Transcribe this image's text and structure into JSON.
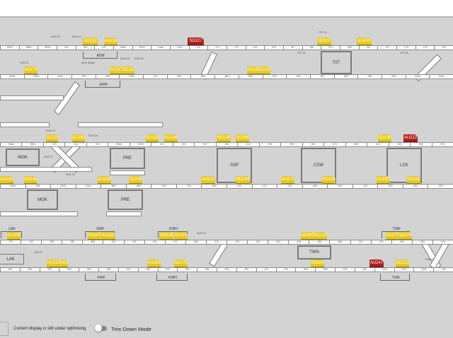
{
  "header": {},
  "stations": {
    "adm": "ADM",
    "tst": "TST",
    "mok": "MOK",
    "pre": "PRE",
    "ssp": "SSP",
    "csw": "CSW",
    "lck": "LCK",
    "lak": "LAK",
    "kwf": "KWF",
    "kwh": "KWH",
    "twn": "TWN",
    "tsw": "TSW"
  },
  "tracks": [
    {
      "id": "t1",
      "labels": [
        "0S02",
        "05a2",
        "0S04",
        "013",
        "015",
        "017",
        "05a2",
        "0S03",
        "11a4",
        "1012",
        "131",
        "171",
        "173",
        "013",
        "015",
        "017",
        "059",
        "073",
        "089",
        "111",
        "171",
        "173",
        "175",
        "131"
      ]
    },
    {
      "id": "t2",
      "labels": [
        "0Sa4",
        "20S4",
        "22a4",
        "093",
        "183",
        "1004",
        "121",
        "183",
        "883",
        "863",
        "883",
        "023",
        "183",
        "183",
        "083",
        "083",
        "063",
        "0204",
        "02a4"
      ]
    },
    {
      "id": "t3",
      "labels": [
        "0Sa4",
        "0S04",
        "373",
        "131",
        "013",
        "05a2",
        "0S03",
        "013",
        "015",
        "017",
        "093",
        "013",
        "015",
        "093",
        "003",
        "073",
        "083",
        "013",
        "023",
        "093",
        "013"
      ]
    },
    {
      "id": "t4",
      "labels": [
        "05a4",
        "583",
        "0203",
        "02a4",
        "583",
        "883",
        "023",
        "033",
        "863",
        "023",
        "123",
        "093",
        "063",
        "023",
        "123",
        "083",
        "063",
        "023"
      ]
    },
    {
      "id": "t5",
      "labels": [
        "173",
        "193",
        "053",
        "083",
        "883",
        "013",
        "023",
        "004",
        "073",
        "083",
        "013",
        "123",
        "103",
        "023",
        "043",
        "053",
        "883",
        "013",
        "023",
        "063",
        "083",
        "013"
      ]
    },
    {
      "id": "t6",
      "labels": [
        "063",
        "063",
        "063",
        "063",
        "063",
        "083",
        "023",
        "043",
        "013",
        "063",
        "063",
        "023",
        "183",
        "123",
        "103",
        "063",
        "083",
        "023",
        "063",
        "2004",
        "2004",
        "2004",
        "225"
      ]
    }
  ],
  "trains": [
    {
      "label": "SD211",
      "status": "yellow"
    },
    {
      "label": "AU234",
      "status": "yellow"
    },
    {
      "label": "SD227",
      "status": "red"
    },
    {
      "label": "SD107",
      "status": "yellow"
    },
    {
      "label": "AU208",
      "status": "yellow"
    },
    {
      "label": "AU270",
      "status": "yellow"
    },
    {
      "label": "AU217",
      "status": "yellow"
    },
    {
      "label": "SD153",
      "status": "yellow"
    },
    {
      "label": "AU218",
      "status": "yellow"
    },
    {
      "label": "SD154",
      "status": "yellow"
    },
    {
      "label": "SD131",
      "status": "yellow"
    },
    {
      "label": "AU288",
      "status": "yellow"
    },
    {
      "label": "SD133",
      "status": "yellow"
    },
    {
      "label": "AU148",
      "status": "yellow"
    },
    {
      "label": "SD134",
      "status": "yellow"
    },
    {
      "label": "AU268",
      "status": "yellow"
    },
    {
      "label": "SD135",
      "status": "yellow"
    },
    {
      "label": "AU222",
      "status": "red"
    },
    {
      "label": "AU226",
      "status": "yellow"
    },
    {
      "label": "SD145",
      "status": "yellow"
    },
    {
      "label": "AU283",
      "status": "yellow"
    },
    {
      "label": "SD248",
      "status": "yellow"
    },
    {
      "label": "AU231",
      "status": "yellow"
    },
    {
      "label": "SD264",
      "status": "yellow"
    },
    {
      "label": "AU271",
      "status": "yellow"
    },
    {
      "label": "SD198",
      "status": "yellow"
    },
    {
      "label": "AU233",
      "status": "yellow"
    },
    {
      "label": "SD240",
      "status": "yellow"
    },
    {
      "label": "AU200",
      "status": "yellow"
    },
    {
      "label": "SD182",
      "status": "yellow"
    },
    {
      "label": "AU132",
      "status": "yellow"
    },
    {
      "label": "SD228",
      "status": "yellow"
    },
    {
      "label": "AU104",
      "status": "yellow"
    },
    {
      "label": "SD200",
      "status": "yellow"
    },
    {
      "label": "AU110",
      "status": "yellow"
    },
    {
      "label": "SD270",
      "status": "yellow"
    },
    {
      "label": "SD276",
      "status": "yellow"
    },
    {
      "label": "AU215",
      "status": "yellow"
    },
    {
      "label": "SD186",
      "status": "yellow"
    },
    {
      "label": "AU281",
      "status": "yellow"
    },
    {
      "label": "SD275",
      "status": "yellow"
    },
    {
      "label": "SD184",
      "status": "yellow"
    },
    {
      "label": "AU247",
      "status": "red"
    },
    {
      "label": "SD212",
      "status": "yellow"
    }
  ],
  "signals": [
    "ADM 03",
    "ADM 04",
    "CEN 24",
    "ADM 966(A)",
    "ADM 05",
    "ADM 06",
    "TST 03",
    "TST 05",
    "TST 06",
    "MOK 24",
    "MOK 27",
    "MOK 30",
    "MOK 34",
    "KWH 02",
    "TSW 05",
    "LAK 62"
  ],
  "colors": {
    "background": "#d3d3d3",
    "train_ok": "#e8c81a",
    "train_alert": "#b01c1c",
    "track": "#ffffff"
  },
  "footer": {
    "message": "Current display is still under optimising",
    "toggle_label": "Trim Down Mode",
    "toggle_on": false
  }
}
